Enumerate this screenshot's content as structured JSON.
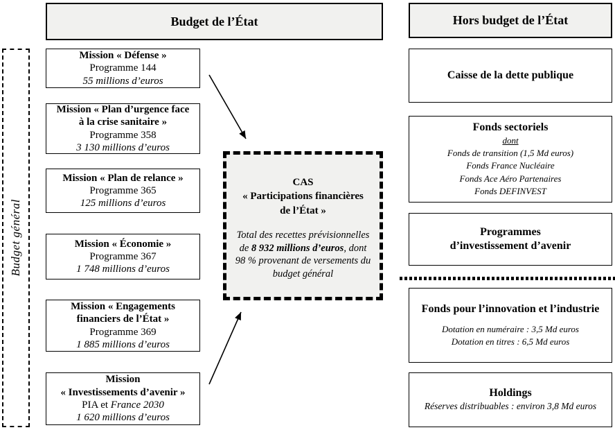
{
  "left_rail": {
    "label": "Budget général"
  },
  "header_left": {
    "title": "Budget de l’État"
  },
  "header_right": {
    "title": "Hors budget de l’État"
  },
  "missions": [
    {
      "title": "Mission « Défense »",
      "programme": "Programme 144",
      "amount": "55 millions d’euros"
    },
    {
      "title": "Mission « Plan d’urgence face\nà la crise sanitaire »",
      "programme": "Programme 358",
      "amount": "3 130 millions d’euros"
    },
    {
      "title": "Mission « Plan de relance »",
      "programme": "Programme 365",
      "amount": "125 millions d’euros"
    },
    {
      "title": "Mission « Économie »",
      "programme": "Programme 367",
      "amount": "1 748 millions d’euros"
    },
    {
      "title": "Mission « Engagements\nfinanciers de l’État »",
      "programme": "Programme 369",
      "amount": "1 885 millions d’euros"
    },
    {
      "title": "Mission\n« Investissements d’avenir »",
      "programme_prefix": "PIA et ",
      "programme_italic": "France 2030",
      "amount": "1 620 millions d’euros"
    }
  ],
  "cas": {
    "title": "CAS\n« Participations financières\nde l’État »",
    "body_before": "Total des recettes prévisionnelles de ",
    "body_bold": "8 932 millions d’euros",
    "body_after": ", dont 98 % provenant de versements du budget général"
  },
  "right_boxes": {
    "caisse": {
      "title": "Caisse de la dette publique"
    },
    "fonds_sectoriels": {
      "title": "Fonds sectoriels",
      "dont": "dont",
      "items": [
        "Fonds de transition (1,5 Md euros)",
        "Fonds France Nucléaire",
        "Fonds Ace Aéro Partenaires",
        "Fonds DEFINVEST"
      ]
    },
    "pia": {
      "title": "Programmes\nd’investissement d’avenir"
    },
    "innovation": {
      "title": "Fonds pour l’innovation et l’industrie",
      "lines": [
        "Dotation en numéraire : 3,5 Md euros",
        "Dotation en titres : 6,5 Md euros"
      ]
    },
    "holdings": {
      "title": "Holdings",
      "line": "Réserves distribuables : environ 3,8 Md euros"
    }
  }
}
